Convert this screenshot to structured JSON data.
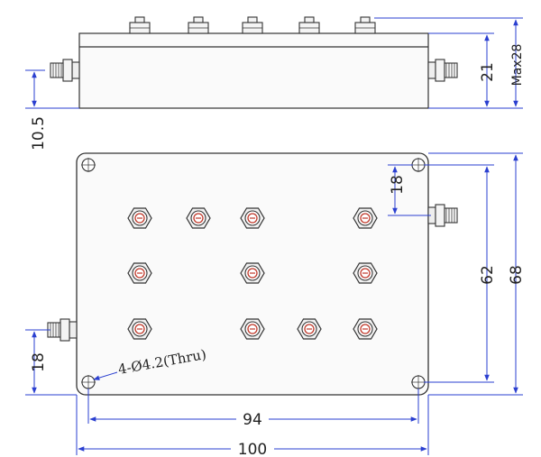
{
  "drawing": {
    "side_view": {
      "height_dim": "21",
      "max_height_dim": "Max28",
      "connector_offset_dim": "10.5"
    },
    "top_view": {
      "hole_spacing_v": "62",
      "overall_h": "68",
      "top_connector_offset": "18",
      "bottom_connector_offset": "18",
      "hole_spacing_h": "94",
      "overall_w": "100",
      "hole_note": "4-Ø4.2(Thru)"
    }
  },
  "colors": {
    "dimension": "#2a3fd0",
    "outline": "#333333",
    "tuning_center": "#c0392b"
  }
}
